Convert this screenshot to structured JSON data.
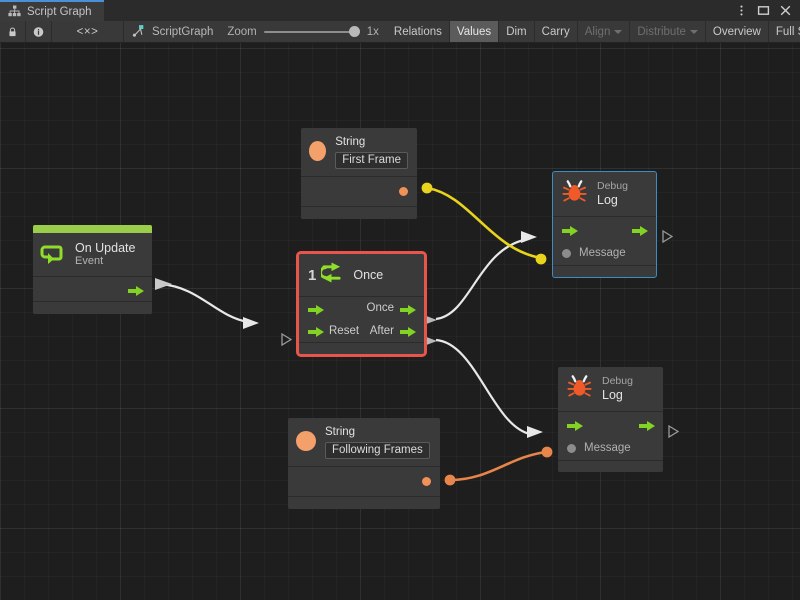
{
  "window": {
    "tab_title": "Script Graph",
    "tab_icon": "graph-hierarchy-icon",
    "controls": [
      {
        "name": "window-menu-button",
        "glyph": "kebab-menu-icon"
      },
      {
        "name": "maximize-button",
        "glyph": "maximize-icon"
      },
      {
        "name": "close-button",
        "glyph": "close-icon"
      }
    ]
  },
  "toolbar": {
    "lock_icon": "lock-icon",
    "info_icon": "info-icon",
    "code_icon": "code-brackets-icon",
    "code_label": "<×>",
    "breadcrumb": "ScriptGraph",
    "breadcrumb_icon": "scriptgraph-icon",
    "zoom_label": "Zoom",
    "zoom_value": "1x",
    "zoom_percent": 100,
    "buttons": [
      {
        "label": "Relations",
        "state": "normal"
      },
      {
        "label": "Values",
        "state": "active"
      },
      {
        "label": "Dim",
        "state": "normal"
      },
      {
        "label": "Carry",
        "state": "normal"
      },
      {
        "label": "Align",
        "state": "dim",
        "dropdown": true
      },
      {
        "label": "Distribute",
        "state": "dim",
        "dropdown": true
      },
      {
        "label": "Overview",
        "state": "normal"
      },
      {
        "label": "Full Screen",
        "state": "normal"
      }
    ]
  },
  "colors": {
    "event_green": "#9acd49",
    "flow_arrow_green": "#82d322",
    "selection_red": "#e8554a",
    "selection_blue": "#3e8cc4",
    "string_orange": "#f4a06a",
    "data_yellow": "#e8d41c",
    "data_orange": "#e8854a",
    "flow_white": "#e8e8e8",
    "debug_bug": "#f05a28",
    "canvas_bg": "#1e1e1e",
    "node_bg": "#3a3a3a"
  },
  "nodes": {
    "on_update": {
      "name": "On Update",
      "subtitle": "Event",
      "icon": "update-loop-icon",
      "outputs": [
        {
          "label": "",
          "type": "flow"
        }
      ]
    },
    "string_first_frame": {
      "name": "String",
      "value": "First Frame",
      "icon": "string-circle-icon",
      "outputs": [
        {
          "label": "",
          "type": "data"
        }
      ]
    },
    "string_following_frames": {
      "name": "String",
      "value": "Following Frames",
      "icon": "string-circle-icon",
      "outputs": [
        {
          "label": "",
          "type": "data"
        }
      ]
    },
    "once": {
      "name": "Once",
      "counter": "1",
      "icon": "once-cycle-icon",
      "selected": true,
      "inputs": [
        {
          "label": "",
          "type": "flow"
        },
        {
          "label": "Reset",
          "type": "flow"
        }
      ],
      "outputs": [
        {
          "label": "Once",
          "type": "flow"
        },
        {
          "label": "After",
          "type": "flow"
        }
      ]
    },
    "debug_log_top": {
      "name": "Debug",
      "subtitle": "Log",
      "icon": "debug-bug-icon",
      "selected": true,
      "inputs": [
        {
          "label": "",
          "type": "flow"
        },
        {
          "label": "Message",
          "type": "data"
        }
      ],
      "outputs": [
        {
          "label": "",
          "type": "flow"
        }
      ]
    },
    "debug_log_bottom": {
      "name": "Debug",
      "subtitle": "Log",
      "icon": "debug-bug-icon",
      "selected": false,
      "inputs": [
        {
          "label": "",
          "type": "flow"
        },
        {
          "label": "Message",
          "type": "data"
        }
      ],
      "outputs": [
        {
          "label": "",
          "type": "flow"
        }
      ]
    }
  },
  "connections": [
    {
      "from": "on_update.output",
      "to": "once.input",
      "kind": "flow",
      "color": "#e8e8e8"
    },
    {
      "from": "string_first_frame.output",
      "to": "debug_log_top.message",
      "kind": "data",
      "color": "#e8d41c"
    },
    {
      "from": "once.once_output",
      "to": "debug_log_top.input",
      "kind": "flow",
      "color": "#e8e8e8"
    },
    {
      "from": "once.after_output",
      "to": "debug_log_bottom.input",
      "kind": "flow",
      "color": "#e8e8e8"
    },
    {
      "from": "string_following_frames.output",
      "to": "debug_log_bottom.message",
      "kind": "data",
      "color": "#e8854a"
    }
  ]
}
